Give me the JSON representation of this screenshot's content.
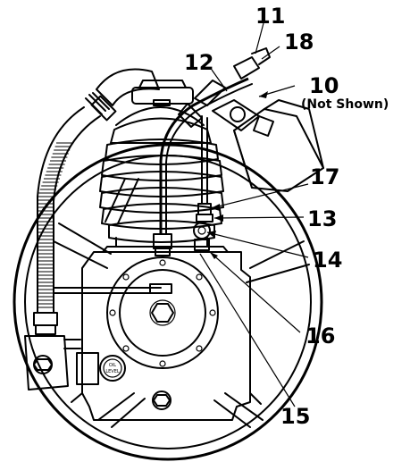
{
  "callouts": [
    {
      "id": "11",
      "label": "11"
    },
    {
      "id": "18",
      "label": "18"
    },
    {
      "id": "12",
      "label": "12"
    },
    {
      "id": "10",
      "label": "10",
      "note": "(Not Shown)"
    },
    {
      "id": "17",
      "label": "17"
    },
    {
      "id": "13",
      "label": "13"
    },
    {
      "id": "14",
      "label": "14"
    },
    {
      "id": "16",
      "label": "16"
    },
    {
      "id": "15",
      "label": "15"
    }
  ],
  "oil_cap": {
    "line1": "OIL",
    "line2": "LEVEL"
  }
}
